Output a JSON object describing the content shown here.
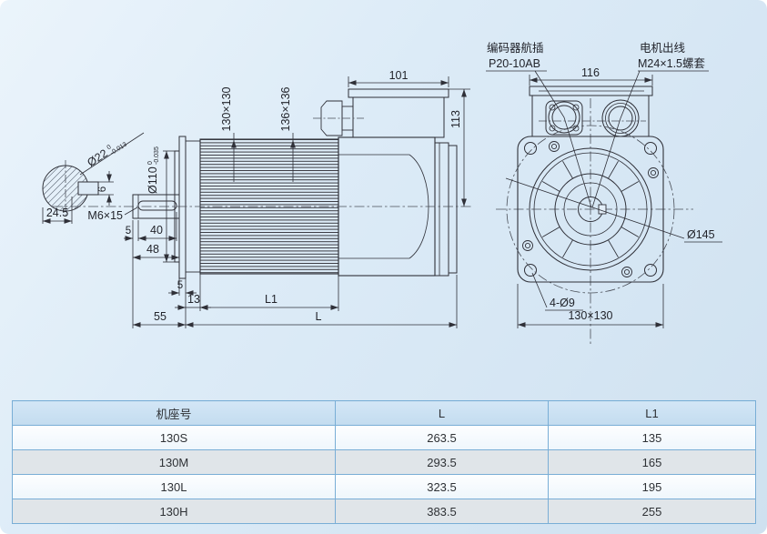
{
  "labels": {
    "encoder_line1": "编码器航插",
    "encoder_line2": "P20-10AB",
    "outlet_line1": "电机出线",
    "outlet_line2": "M24×1.5螺套"
  },
  "dims": {
    "d101": "101",
    "d113": "113",
    "d116": "116",
    "d130x130_side": "130×130",
    "d136x136": "136×136",
    "d110_main": "Ø110",
    "d110_sup": "0",
    "d110_sub": "-0.035",
    "d22_main": "Ø22",
    "d22_sup": "0",
    "d22_sub": "-0.013",
    "d6": "6",
    "d245": "24.5",
    "m6": "M6×15",
    "d5a": "5",
    "d40": "40",
    "d48": "48",
    "d5b": "5",
    "d13": "13",
    "dL1_label": "L1",
    "d55": "55",
    "dL_label": "L",
    "d145": "Ø145",
    "d4d9": "4-Ø9",
    "d130x130_front": "130×130"
  },
  "table": {
    "headers": [
      "机座号",
      "L",
      "L1"
    ],
    "rows": [
      [
        "130S",
        "263.5",
        "135"
      ],
      [
        "130M",
        "293.5",
        "165"
      ],
      [
        "130L",
        "323.5",
        "195"
      ],
      [
        "130H",
        "383.5",
        "255"
      ]
    ]
  },
  "colors": {
    "line": "#2f3038",
    "centerline": "#4a4f58",
    "table_border": "#79aed6",
    "table_header_bg": "#c9e0f3",
    "page_bg": "#d9e8f5"
  }
}
